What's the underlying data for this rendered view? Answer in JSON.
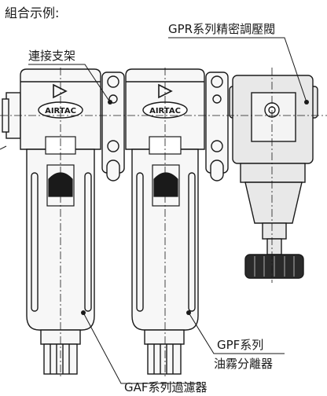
{
  "heading": "組合示例:",
  "labels": {
    "regulator": "GPR系列精密調壓閥",
    "bracket": "連接支架",
    "oil_mist_series": "GPF系列",
    "oil_mist_name": "油霧分離器",
    "filter": "GAF系列過濾器"
  },
  "brand": "AIRTAC",
  "colors": {
    "line": "#1a1a1a",
    "body_fill": "#f7f7f7",
    "regulator_fill": "#e8e8e8",
    "knob_fill": "#2a2a2a"
  }
}
